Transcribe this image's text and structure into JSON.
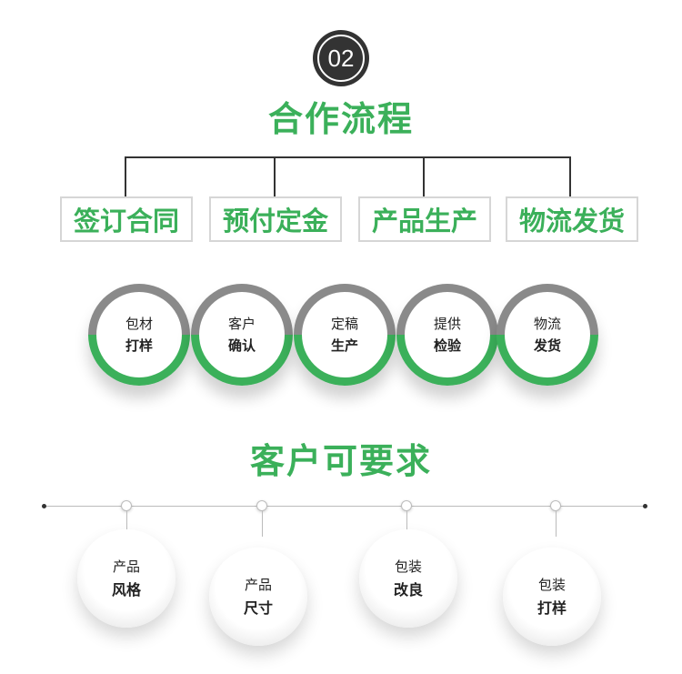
{
  "badge": "02",
  "cooperation": {
    "title": "合作流程",
    "steps": [
      "签订合同",
      "预付定金",
      "产品生产",
      "物流发货"
    ]
  },
  "process": [
    {
      "top": "包材",
      "bottom": "打样"
    },
    {
      "top": "客户",
      "bottom": "确认"
    },
    {
      "top": "定稿",
      "bottom": "生产"
    },
    {
      "top": "提供",
      "bottom": "检验"
    },
    {
      "top": "物流",
      "bottom": "发货"
    }
  ],
  "requirements": {
    "title": "客户可要求",
    "items": [
      {
        "top": "产品",
        "bottom": "风格"
      },
      {
        "top": "产品",
        "bottom": "尺寸"
      },
      {
        "top": "包装",
        "bottom": "改良"
      },
      {
        "top": "包装",
        "bottom": "打样"
      }
    ]
  },
  "colors": {
    "accent": "#3bb05a",
    "ring_top": "#8a8a8a",
    "dark": "#333333"
  }
}
